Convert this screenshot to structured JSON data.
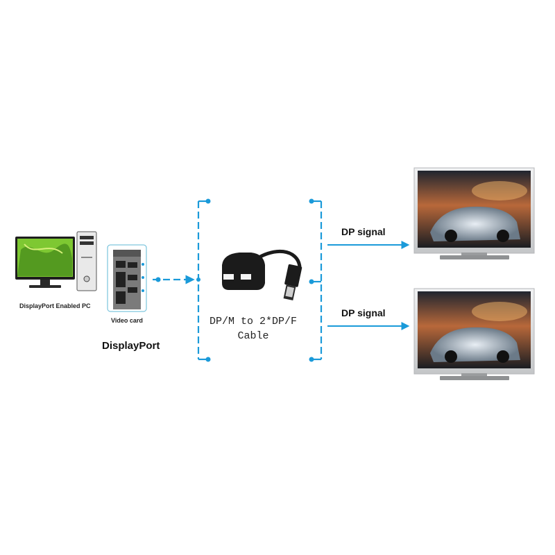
{
  "source": {
    "pc_label": "DisplayPort Enabled PC",
    "video_card_label": "Video card",
    "interface_label": "DisplayPort"
  },
  "splitter": {
    "cable_line1": "DP/M to 2*DP/F",
    "cable_line2": "Cable"
  },
  "outputs": [
    {
      "signal_label": "DP signal"
    },
    {
      "signal_label": "DP signal"
    }
  ],
  "colors": {
    "connector_line": "#1a9ad9",
    "monitor_screen": "#7ec832",
    "tv_frame": "#d8dadc",
    "cable_body": "#1b1b1b"
  }
}
